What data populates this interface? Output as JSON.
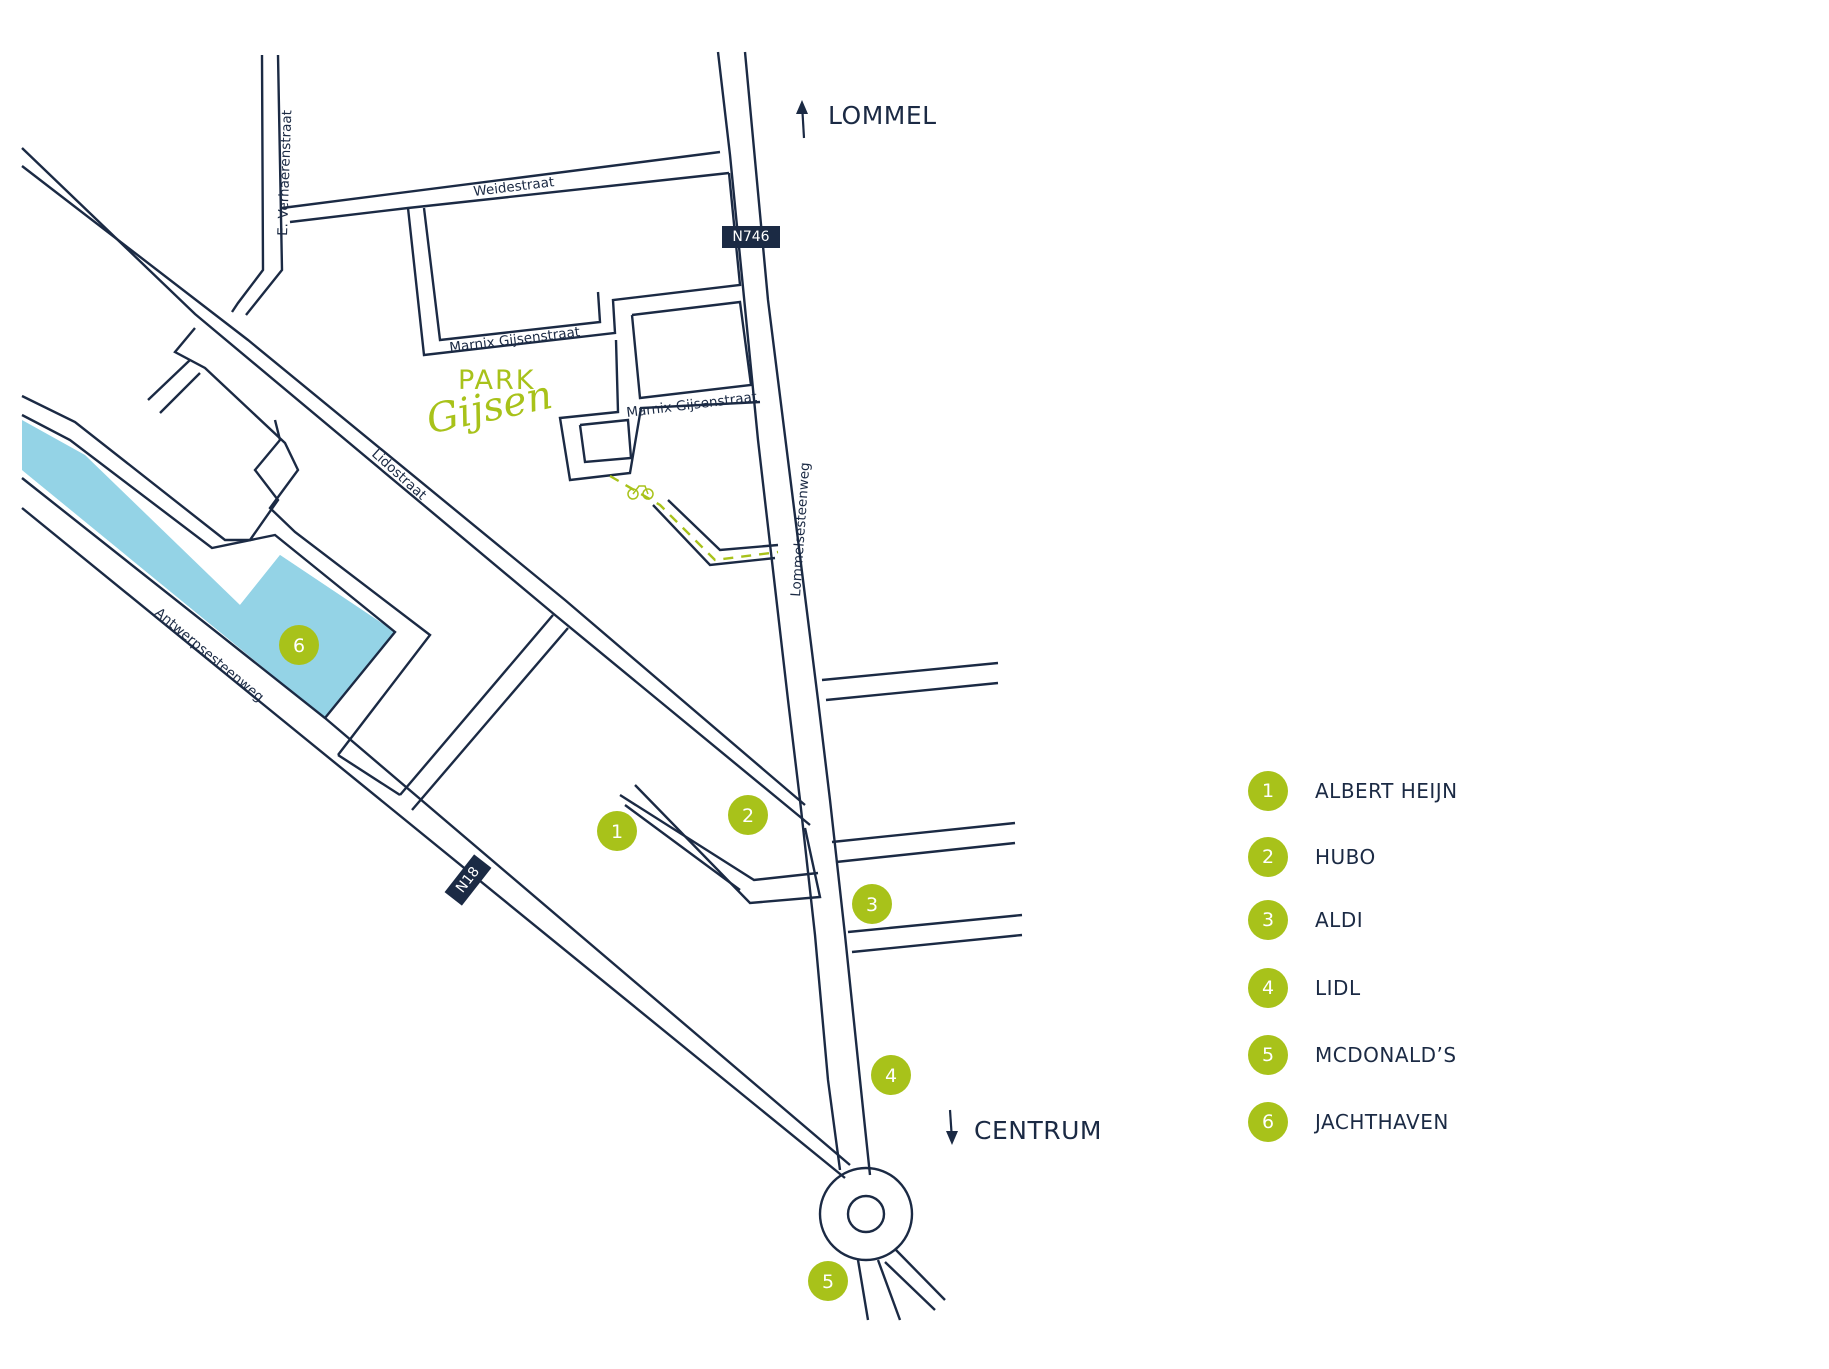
{
  "colors": {
    "road": "#1b2a44",
    "accent": "#a8c21a",
    "water": "#94d3e6",
    "badge": "#1b2a44"
  },
  "directions": {
    "north": {
      "label": "LOMMEL",
      "icon": "arrow-up-icon"
    },
    "south": {
      "label": "CENTRUM",
      "icon": "arrow-down-icon"
    }
  },
  "road_badges": {
    "n746": "N746",
    "n18": "N18"
  },
  "streets": {
    "weidestraat": "Weidestraat",
    "verhaerenstraat": "E. Verhaerenstraat",
    "marnix1": "Marnix Gijsenstraat",
    "marnix2": "Marnix Gijsenstraat",
    "lidostraat": "Lidostraat",
    "lommelsesteenweg": "Lommelsesteenweg",
    "antwerpsesteenweg": "Antwerpsesteenweg"
  },
  "logo": {
    "line1": "PARK",
    "line2": "Gijsen"
  },
  "bike_path_icon": "bicycle-icon",
  "markers": [
    {
      "num": "1"
    },
    {
      "num": "2"
    },
    {
      "num": "3"
    },
    {
      "num": "4"
    },
    {
      "num": "5"
    },
    {
      "num": "6"
    }
  ],
  "legend": [
    {
      "num": "1",
      "label": "ALBERT HEIJN"
    },
    {
      "num": "2",
      "label": "HUBO"
    },
    {
      "num": "3",
      "label": "ALDI"
    },
    {
      "num": "4",
      "label": "LIDL"
    },
    {
      "num": "5",
      "label": "MCDONALD’S"
    },
    {
      "num": "6",
      "label": "JACHTHAVEN"
    }
  ]
}
